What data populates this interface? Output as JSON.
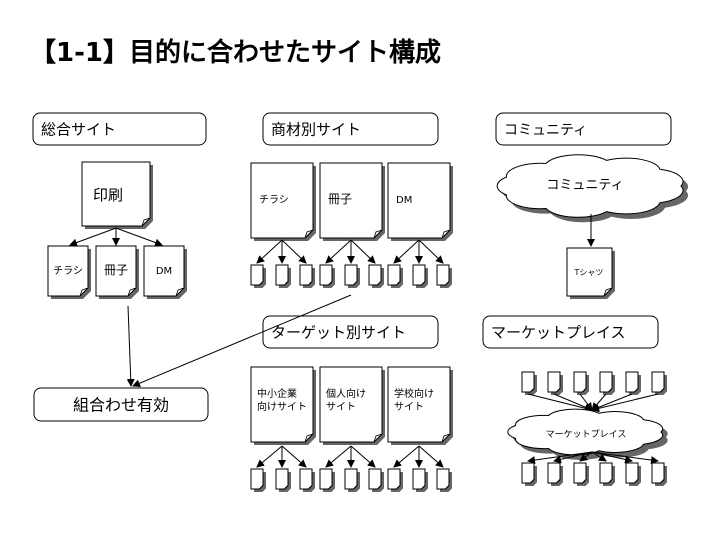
{
  "title": "【1-1】目的に合わせたサイト構成",
  "sections": {
    "general": {
      "header": "総合サイト",
      "main_doc": "印刷",
      "docs": [
        "チラシ",
        "冊子",
        "DM"
      ]
    },
    "product": {
      "header": "商材別サイト",
      "docs": [
        "チラシ",
        "冊子",
        "DM"
      ]
    },
    "community": {
      "header": "コミュニティ",
      "cloud": "コミュニティ",
      "doc": "Tシャツ"
    },
    "target": {
      "header": "ターゲット別サイト",
      "docs": [
        "中小企業\n向けサイト",
        "個人向け\nサイト",
        "学校向け\nサイト"
      ]
    },
    "marketplace": {
      "header": "マーケットプレイス",
      "cloud": "マーケットプレイス"
    },
    "combo": {
      "label": "組合わせ有効"
    }
  }
}
